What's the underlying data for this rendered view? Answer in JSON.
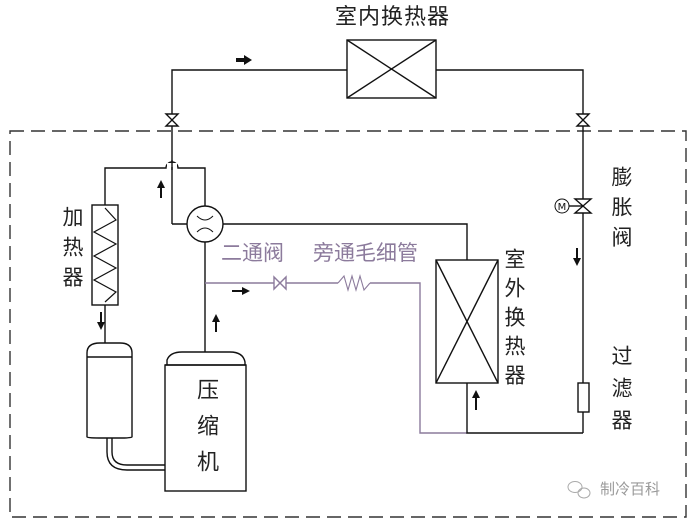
{
  "labels": {
    "indoor_hx": "室内换热器",
    "heater": "加热器",
    "two_way_valve": "二通阀",
    "bypass_capillary": "旁通毛细管",
    "outdoor_hx": "室外换热器",
    "expansion_valve": "膨胀阀",
    "filter": "过滤器",
    "compressor": "压缩机",
    "motor_symbol": "M"
  },
  "watermark": {
    "icon": "wechat-icon",
    "text": "制冷百科"
  },
  "colors": {
    "pipe": "#111111",
    "bypass": "#8c7b9c",
    "boundary": "#333333"
  }
}
